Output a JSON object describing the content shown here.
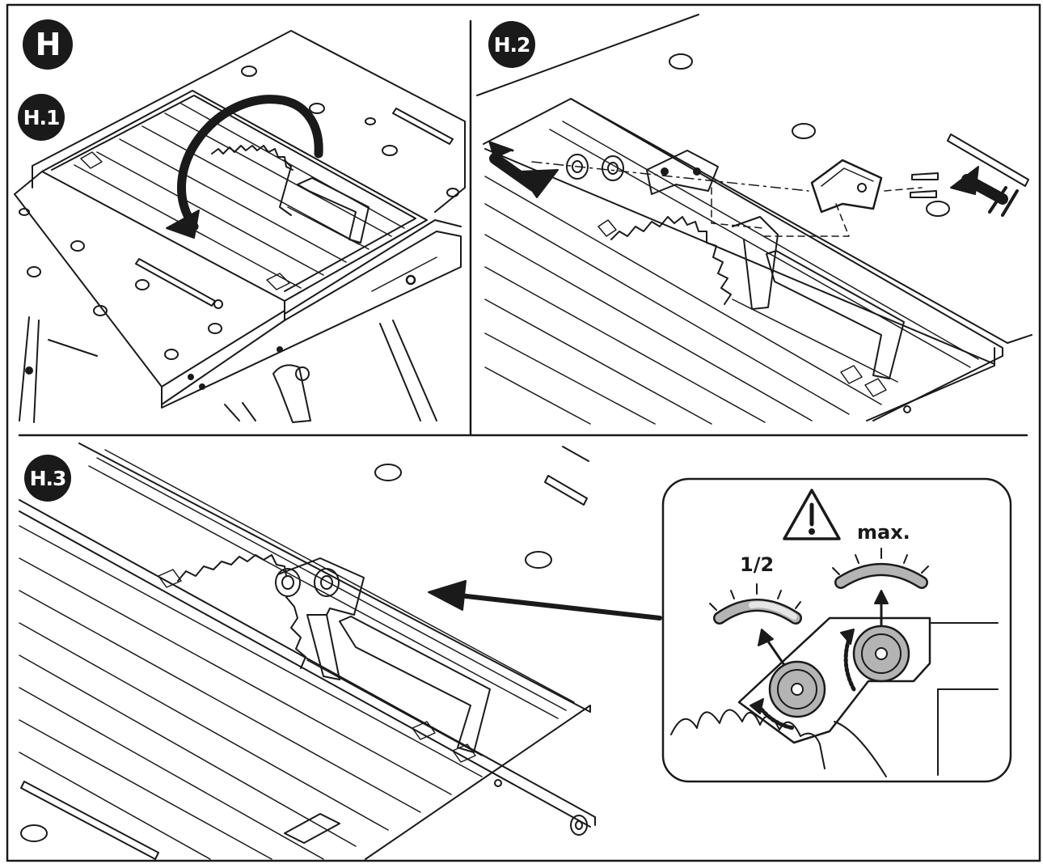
{
  "steps": {
    "main": "H",
    "step1": "H.1",
    "step2": "H.2",
    "step3": "H.3"
  },
  "detail": {
    "setting_half": "1/2",
    "setting_max": "max.",
    "warning_icon": "warning-triangle-icon"
  },
  "colors": {
    "ink": "#1a1a1a",
    "gauge_fill": "#b4b4b4",
    "gauge_highlight": "#e6e6e6"
  }
}
